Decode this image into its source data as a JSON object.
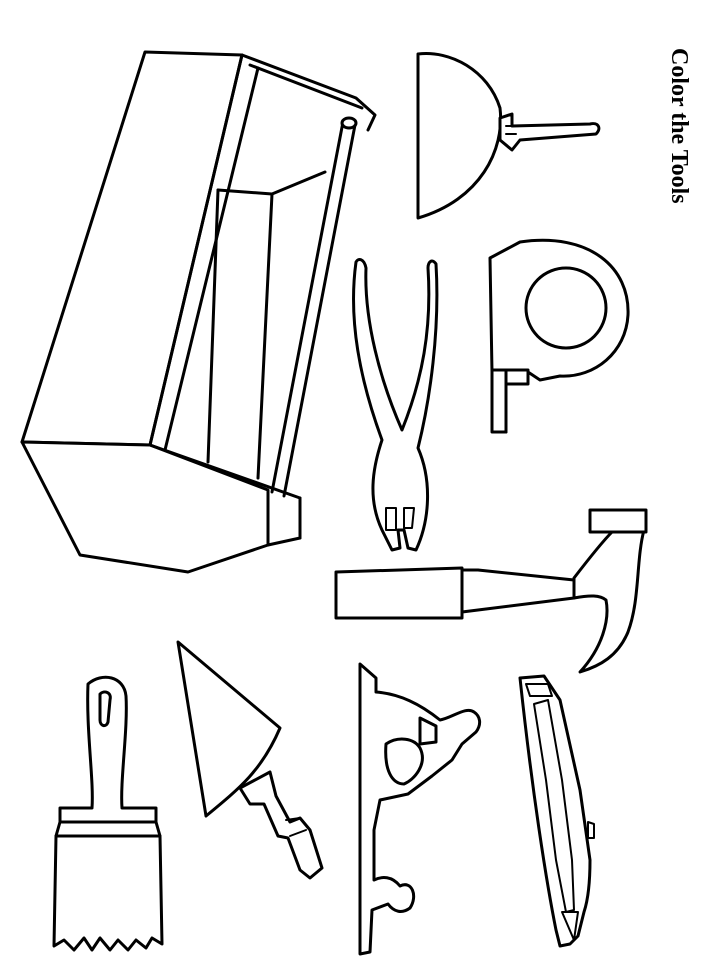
{
  "sheet": {
    "title": "Color the Tools",
    "colors": {
      "background": "#ffffff",
      "outline": "#000000"
    },
    "tools": [
      "toolbox",
      "toilet-plunger",
      "pliers",
      "tape-measure",
      "claw-hammer",
      "paint-brush",
      "masonry-trowel",
      "hand-plane",
      "utility-knife"
    ]
  }
}
